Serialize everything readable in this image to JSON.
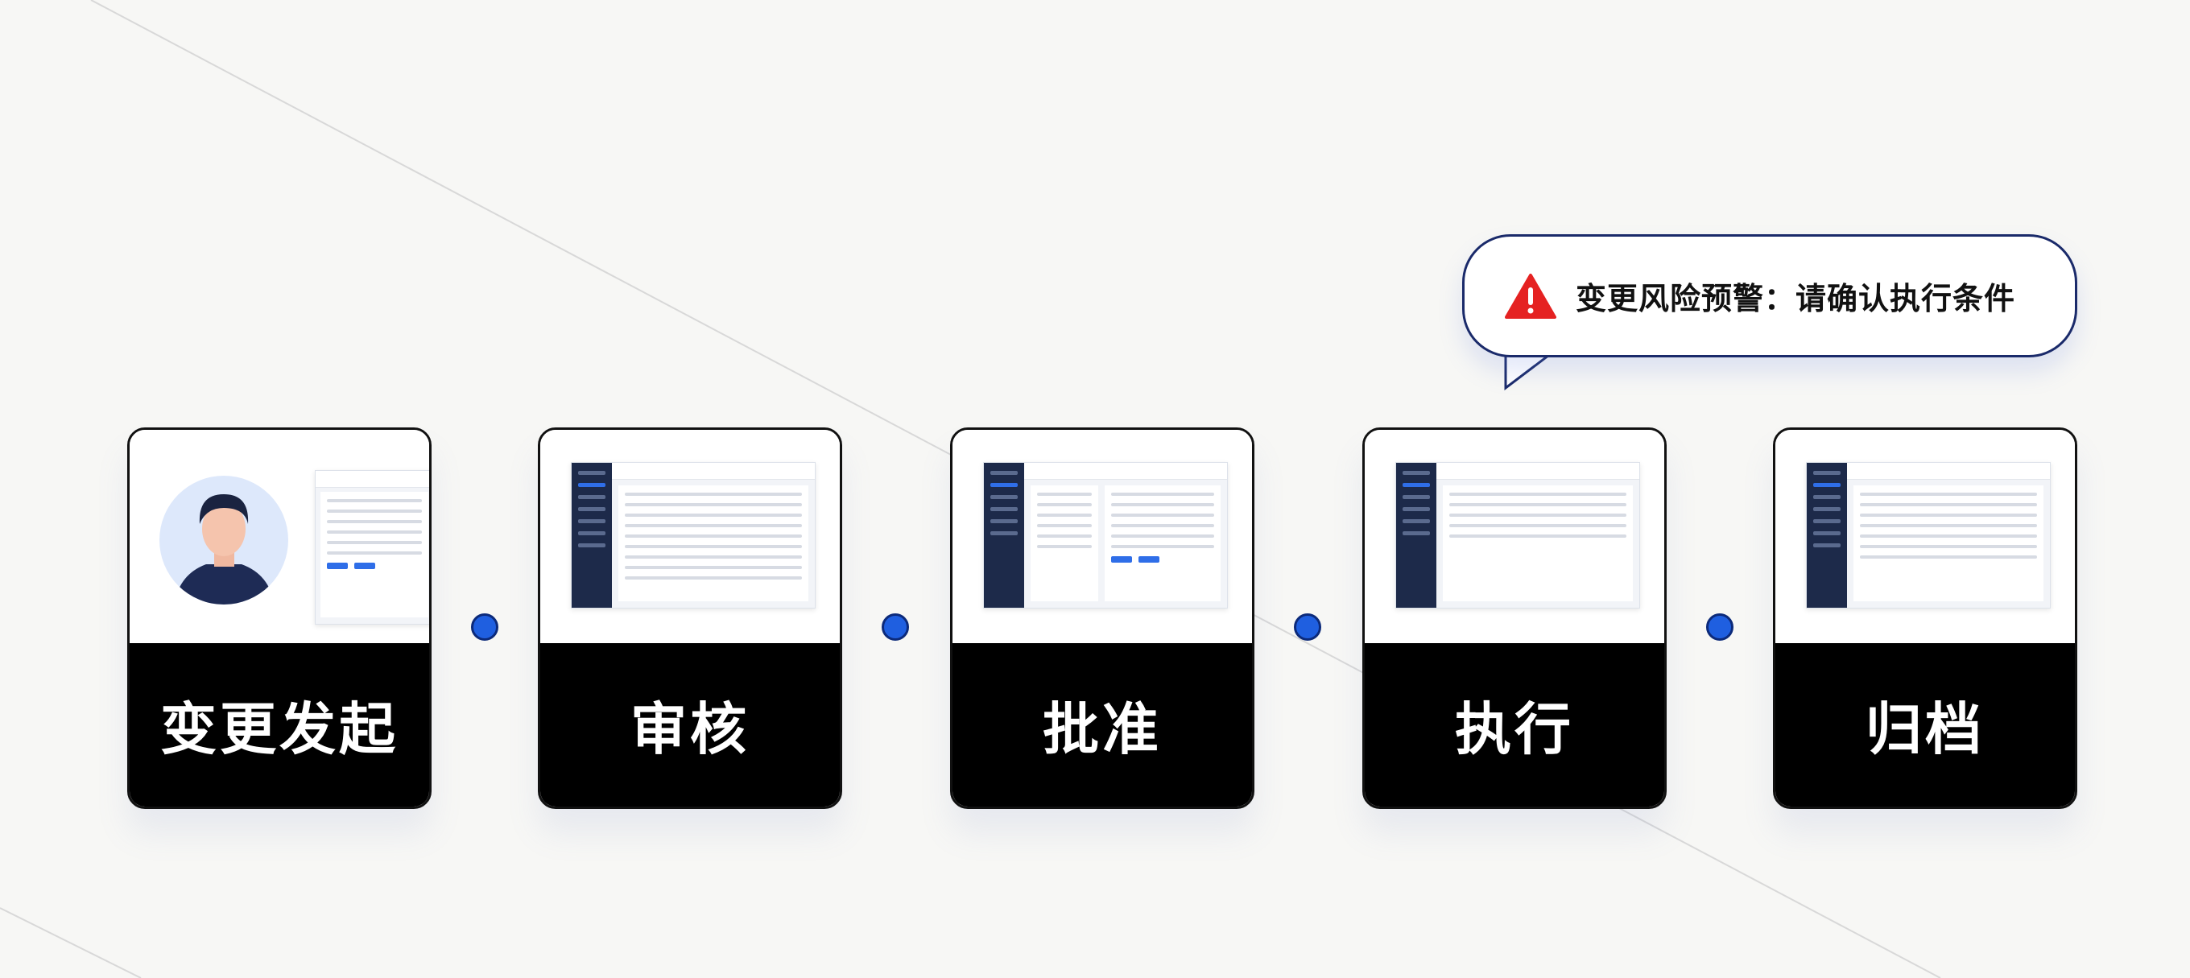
{
  "warning": {
    "icon": "warning-triangle-icon",
    "text": "变更风险预警：请确认执行条件",
    "color": "#e52222"
  },
  "steps": [
    {
      "label": "变更发起",
      "illustration": "user-avatar-with-form"
    },
    {
      "label": "审核",
      "illustration": "review-table-screen"
    },
    {
      "label": "批准",
      "illustration": "approval-form-screen"
    },
    {
      "label": "执行",
      "illustration": "execution-table-screen"
    },
    {
      "label": "归档",
      "illustration": "archive-list-screen"
    }
  ],
  "colors": {
    "connector_dot": "#1f5fe0",
    "card_label_bg": "#000000",
    "sidebar": "#1d2a4a",
    "accent": "#2f6ee8"
  }
}
